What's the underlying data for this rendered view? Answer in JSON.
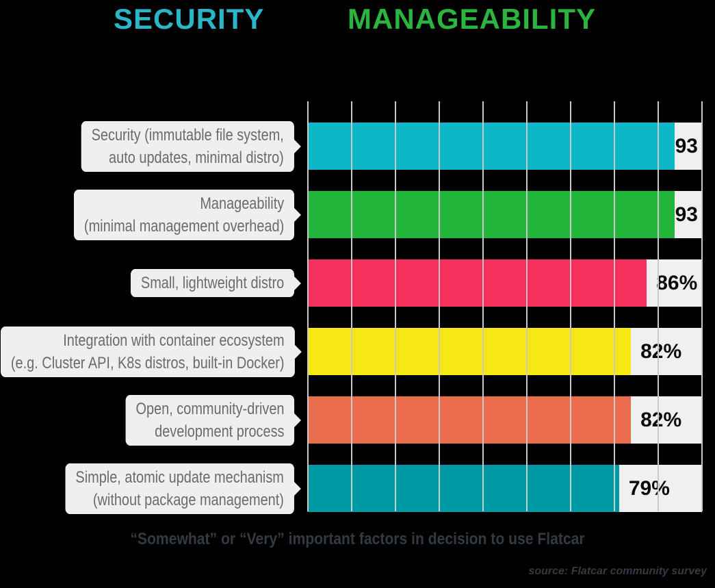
{
  "header": {
    "security_label": "SECURITY",
    "security_color": "#2ab6c7",
    "manageability_label": "MANAGEABILITY",
    "manageability_color": "#2bb53e"
  },
  "chart_data": {
    "type": "bar",
    "orientation": "horizontal",
    "title": "SECURITY MANAGEABILITY",
    "categories": [
      "Security (immutable file system, auto updates, minimal distro)",
      "Manageability (minimal management overhead)",
      "Small, lightweight distro",
      "Integration with container ecosystem (e.g. Cluster API, K8s distros, built-in Docker)",
      "Open, community-driven development process",
      "Simple, atomic update mechanism (without package management)"
    ],
    "label_lines": [
      [
        "Security (immutable file system,",
        "auto updates, minimal distro)"
      ],
      [
        "Manageability",
        "(minimal management overhead)"
      ],
      [
        "Small, lightweight distro"
      ],
      [
        "Integration with container ecosystem",
        "(e.g. Cluster API, K8s distros, built-in Docker)"
      ],
      [
        "Open, community-driven",
        "development process"
      ],
      [
        "Simple, atomic update mechanism",
        "(without package management)"
      ]
    ],
    "values": [
      93,
      93,
      86,
      82,
      82,
      79
    ],
    "value_labels": [
      "93",
      "93",
      "86%",
      "82%",
      "82%",
      "79%"
    ],
    "bar_colors": [
      "#0db7c6",
      "#21b53c",
      "#f5305c",
      "#f7e715",
      "#e96c4c",
      "#009aa4"
    ],
    "x_axis": {
      "min": 0,
      "max": 100,
      "gridline_count": 10,
      "tick_labels_shown": false
    },
    "grid": true,
    "legend": "none",
    "caption": "“Somewhat” or “Very” important factors in decision to use Flatcar",
    "source": "source: Flatcar community survey"
  },
  "colors": {
    "background": "#000000",
    "track": "#f0f0f0",
    "label_box": "#efefef",
    "label_text": "#6b6b6b",
    "gridline": "#c9c9c9",
    "value_text": "#0b0b0b",
    "caption_text": "#343a43"
  }
}
